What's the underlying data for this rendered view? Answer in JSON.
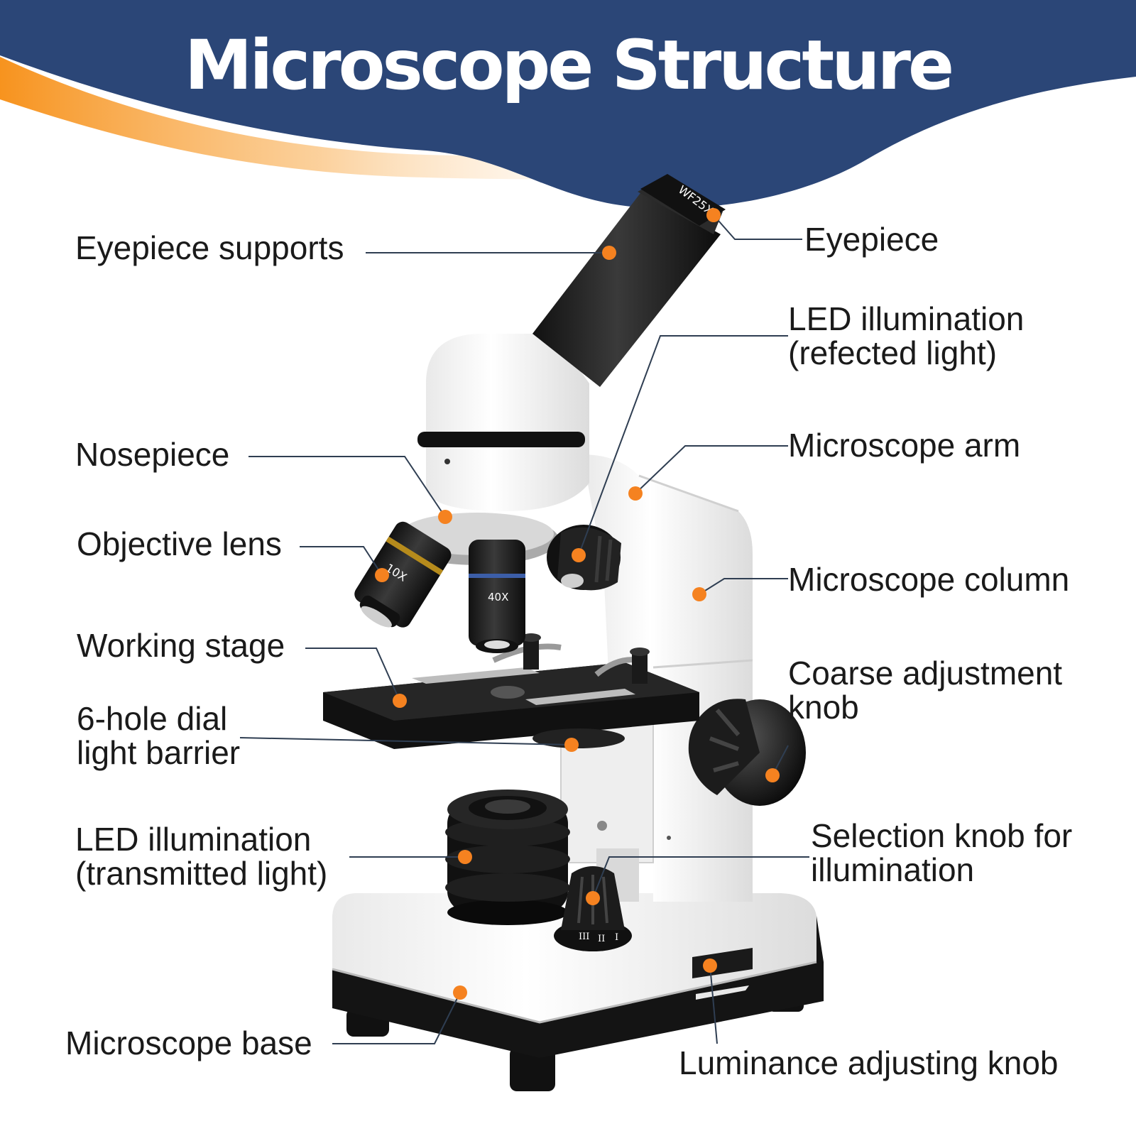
{
  "title": "Microscope Structure",
  "eyepiece_marking": "WF25X",
  "objective_markings": [
    "10X",
    "40X"
  ],
  "dial_markings": [
    "III",
    "II",
    "I"
  ],
  "colors": {
    "banner": "#2b4677",
    "accent_orange": "#f7931e",
    "callout_dot": "#f58220",
    "leader_line": "#2f3e52",
    "label_text": "#1a1a1a"
  },
  "labels": {
    "eyepiece_supports": "Eyepiece supports",
    "eyepiece": "Eyepiece",
    "led_reflected": [
      "LED illumination",
      "(refected light)"
    ],
    "nosepiece": "Nosepiece",
    "microscope_arm": "Microscope arm",
    "objective_lens": "Objective lens",
    "microscope_column": "Microscope column",
    "working_stage": "Working stage",
    "coarse_adjustment": [
      "Coarse adjustment",
      "knob"
    ],
    "hole_dial": [
      "6-hole dial",
      "light barrier"
    ],
    "led_transmitted": [
      "LED illumination",
      "(transmitted light)"
    ],
    "selection_knob": [
      "Selection knob for",
      "illumination"
    ],
    "microscope_base": "Microscope base",
    "luminance_knob": "Luminance adjusting knob"
  }
}
